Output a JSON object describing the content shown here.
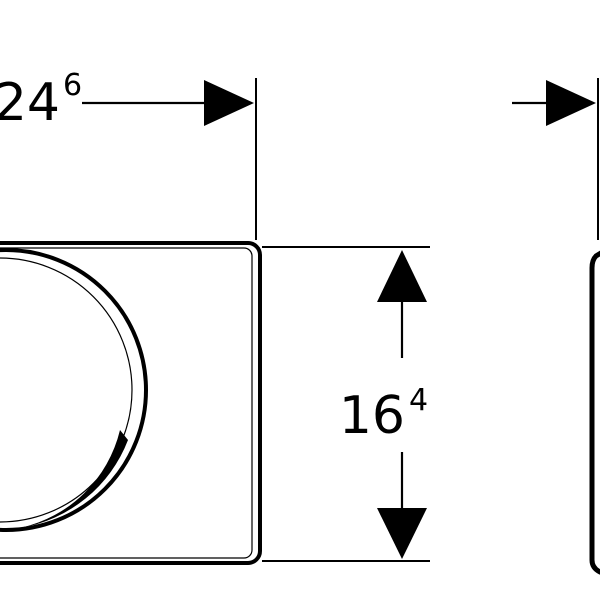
{
  "dimensions": {
    "width": {
      "main": "24",
      "sup": "6"
    },
    "height": {
      "main": "16",
      "sup": "4"
    }
  },
  "colors": {
    "line": "#000000",
    "background": "#ffffff"
  }
}
